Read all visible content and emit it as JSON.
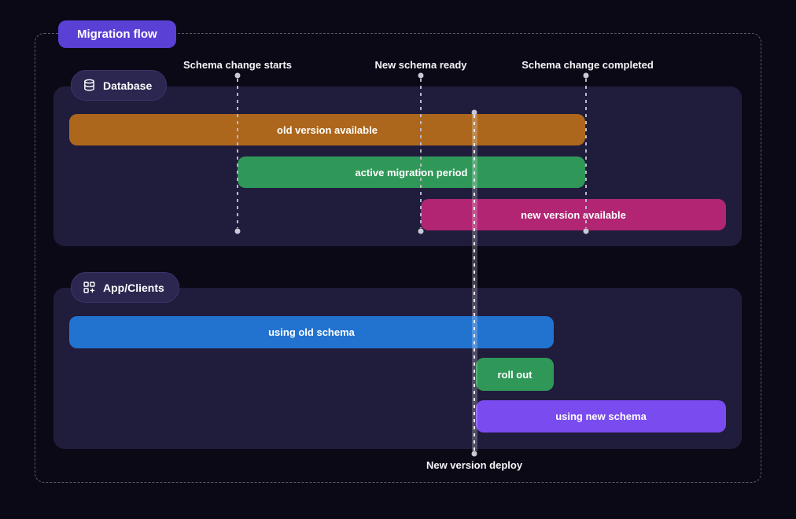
{
  "header": {
    "title": "Migration flow"
  },
  "milestones": [
    {
      "label": "Schema change starts"
    },
    {
      "label": "New schema ready"
    },
    {
      "label": "Schema change completed"
    }
  ],
  "deploy": {
    "label": "New version deploy"
  },
  "sections": {
    "database": {
      "label": "Database",
      "icon": "database-icon",
      "bars": {
        "old": {
          "label": "old version available",
          "color": "#ad671c"
        },
        "active": {
          "label": "active migration period",
          "color": "#2f9858"
        },
        "new": {
          "label": "new version available",
          "color": "#b12573"
        }
      }
    },
    "app": {
      "label": "App/Clients",
      "icon": "apps-plus-icon",
      "bars": {
        "old": {
          "label": "using old schema",
          "color": "#2273d0"
        },
        "rollout": {
          "label": "roll out",
          "color": "#2f9858"
        },
        "new": {
          "label": "using new schema",
          "color": "#7a4cf0"
        }
      }
    }
  },
  "colors": {
    "background": "#0b0916",
    "panel": "#201c3c",
    "title_badge": "#5b40d6",
    "section_pill": "#2b2750",
    "frame_dash": "#5d5a68",
    "guide_line": "#b8b7c6",
    "deploy_band": "rgba(255,255,255,0.22)"
  }
}
